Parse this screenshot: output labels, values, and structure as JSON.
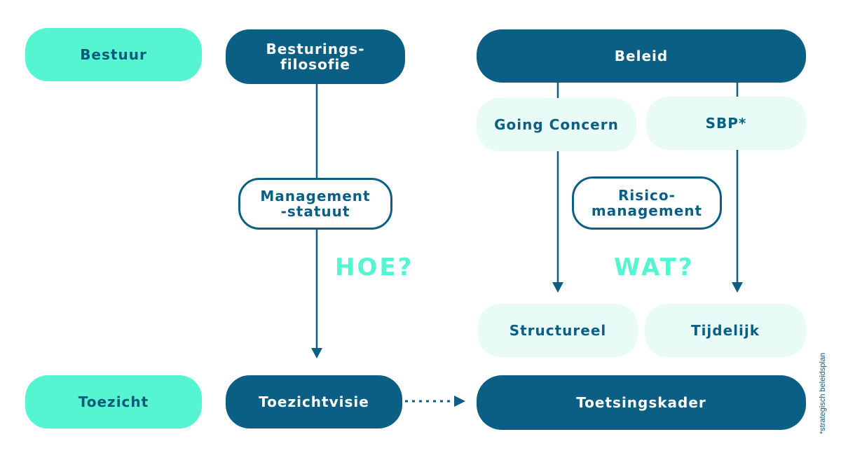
{
  "rows": {
    "bestuur": "Bestuur",
    "toezicht": "Toezicht"
  },
  "nodes": {
    "besturingsfilosofie": "Besturings-\nfilosofie",
    "beleid": "Beleid",
    "going_concern": "Going Concern",
    "sbp": "SBP*",
    "managementstatuut": "Management\n-statuut",
    "risicomanagement": "Risico-\nmanagement",
    "structureel": "Structureel",
    "tijdelijk": "Tijdelijk",
    "toezichtvisie": "Toezichtvisie",
    "toetsingskader": "Toetsingskader"
  },
  "labels": {
    "hoe": "HOE?",
    "wat": "WAT?"
  },
  "footnote": "*strategisch beleidsplan",
  "colors": {
    "mint": "#55f5d2",
    "navy": "#0b5e84",
    "pale": "#e9fbf6"
  }
}
